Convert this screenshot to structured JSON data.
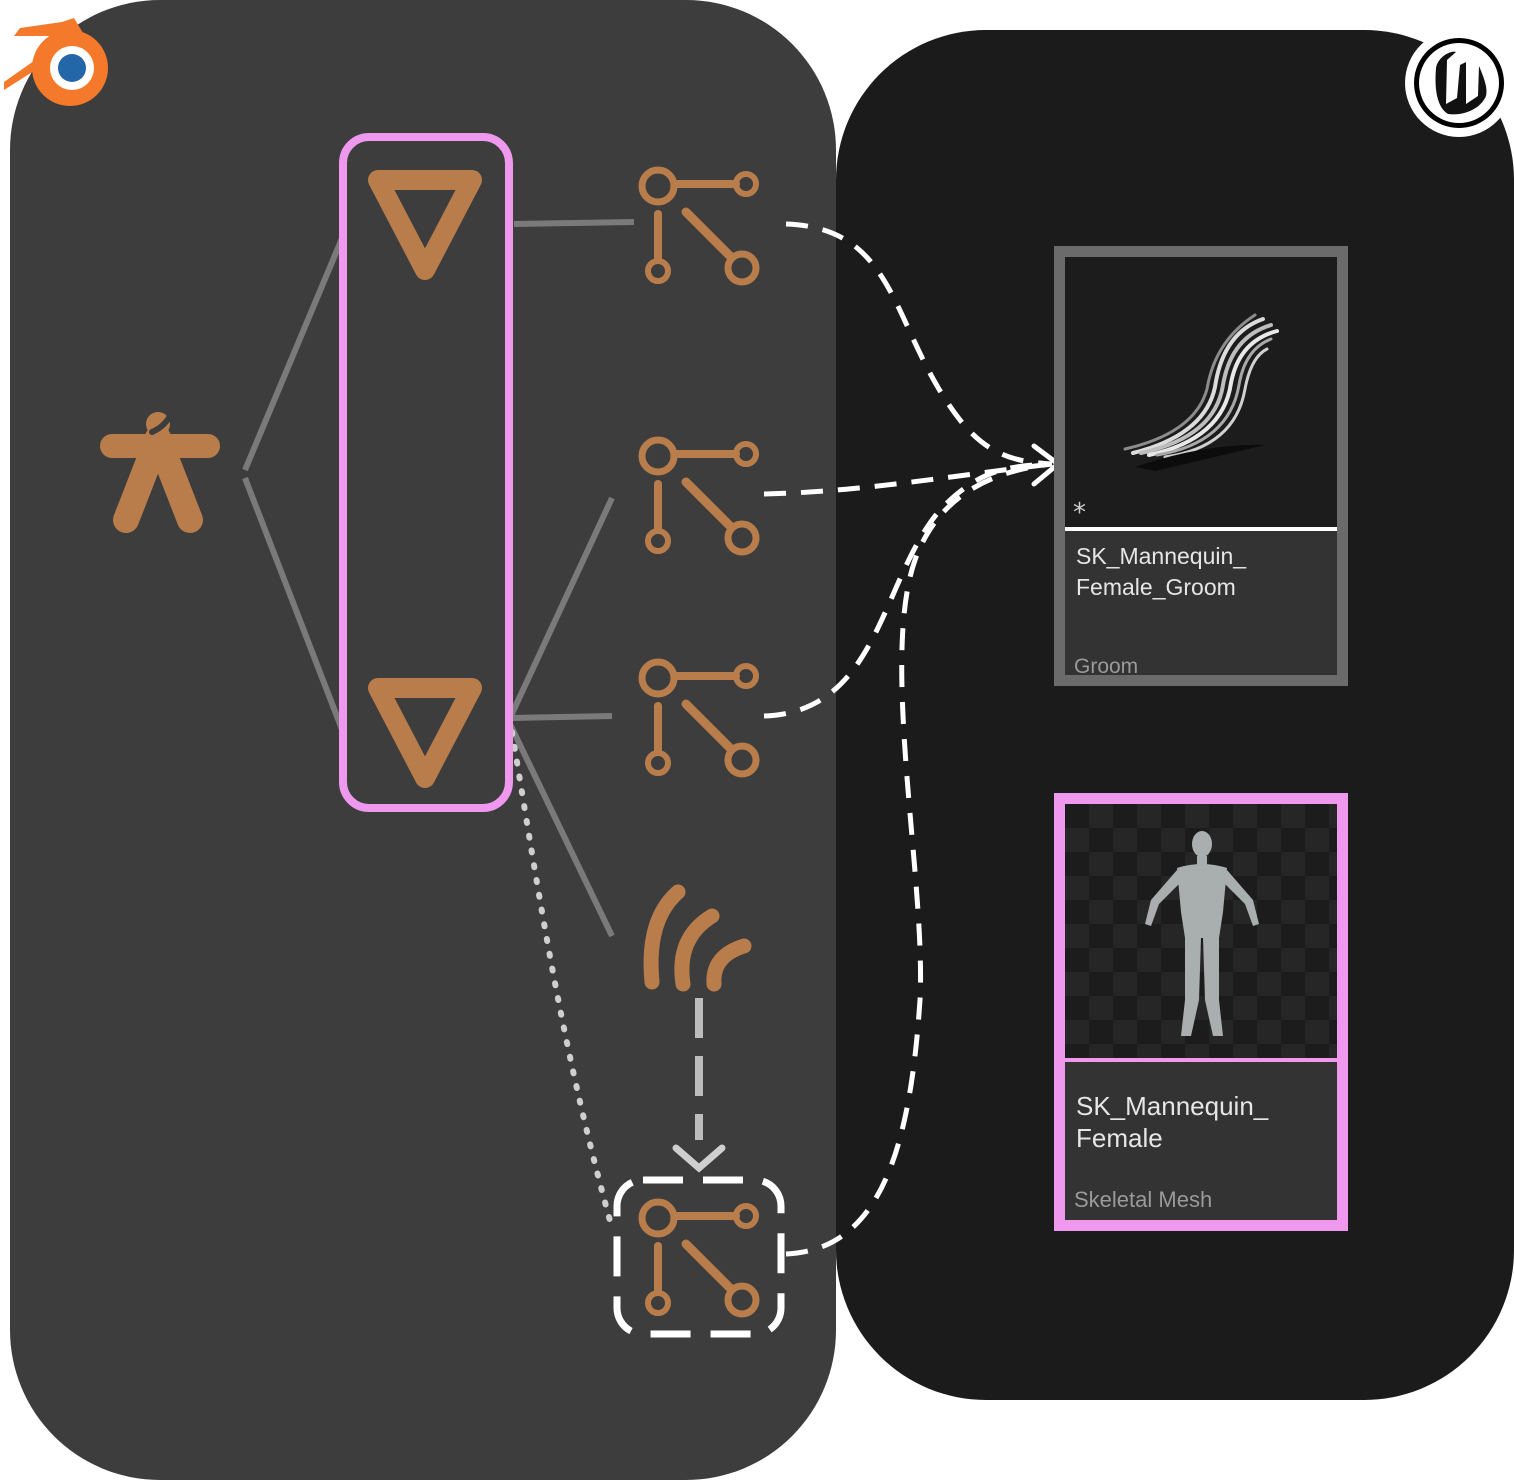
{
  "colors": {
    "blender_panel": "#3d3d3d",
    "unreal_panel": "#1b1b1b",
    "icon_orange": "#b97d4b",
    "highlight_pink": "#ee99ee",
    "connector_gray": "#7a7a7a",
    "flow_white": "#ffffff"
  },
  "logos": {
    "left": "blender-logo",
    "right": "unreal-engine-logo"
  },
  "icons": {
    "armature": "armature-icon",
    "mesh_object": "mesh-triangle-icon",
    "node_graph": "geometry-nodes-icon",
    "hair_curves": "hair-curves-icon"
  },
  "assets": [
    {
      "name": "SK_Mannequin_\nFemale_Groom",
      "type": "Groom",
      "thumbnail": "hair-strands-thumbnail"
    },
    {
      "name": "SK_Mannequin_\nFemale",
      "type": "Skeletal Mesh",
      "thumbnail": "mannequin-thumbnail"
    }
  ]
}
